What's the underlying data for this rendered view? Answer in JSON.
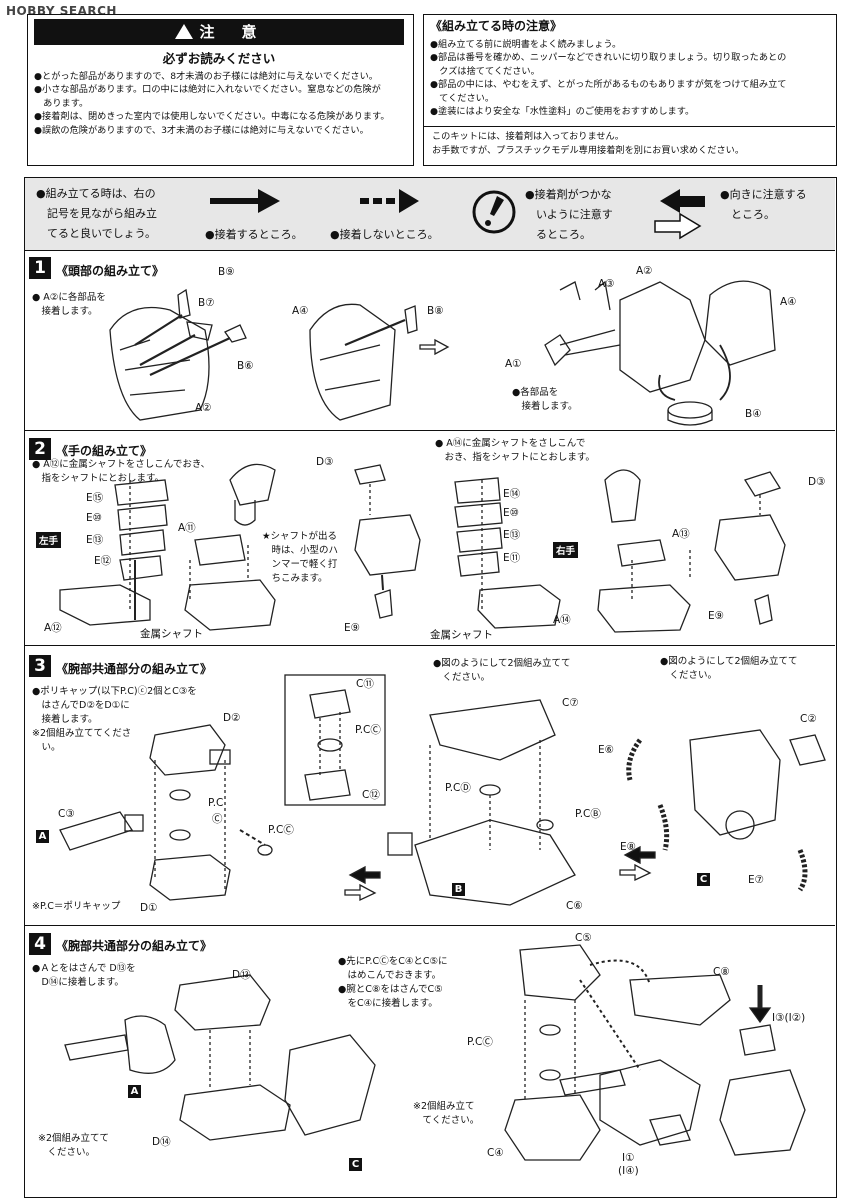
{
  "logo": "HOBBY SEARCH",
  "caution": {
    "title": "注　意",
    "subtitle": "必ずお読みください",
    "items": [
      "●とがった部品がありますので、8才未満のお子様には絶対に与えないでください。",
      "●小さな部品があります。口の中には絶対に入れないでください。窒息などの危険が",
      "　あります。",
      "●接着剤は、閉めきった室内では使用しないでください。中毒になる危険があります。",
      "●誤飲の危険がありますので、3才未満のお子様には絶対に与えないでください。"
    ]
  },
  "assembly_notes": {
    "title": "《組み立てる時の注意》",
    "items": [
      "●組み立てる前に説明書をよく読みましょう。",
      "●部品は番号を確かめ、ニッパーなどできれいに切り取りましょう。切り取ったあとの",
      "　クズは捨ててください。",
      "●部品の中には、やむをえず、とがった所があるものもありますが気をつけて組み立て",
      "　てください。",
      "●塗装にはより安全な「水性塗料」のご使用をおすすめします。"
    ],
    "glue_notice_1": "このキットには、接着剤は入っておりません。",
    "glue_notice_2": "お手数ですが、プラスチックモデル専用接着剤を別にお買い求めください。"
  },
  "legend": {
    "intro_1": "●組み立てる時は、右の",
    "intro_2": "　記号を見ながら組み立",
    "intro_3": "　てると良いでしょう。",
    "glue": "●接着するところ。",
    "noglue": "●接着しないところ。",
    "caution_1": "●接着剤がつかな",
    "caution_2": "　いように注意す",
    "caution_3": "　るところ。",
    "direction_1": "●向きに注意する",
    "direction_2": "　ところ。"
  },
  "steps": [
    {
      "num": "1",
      "title": "《頭部の組み立て》",
      "note_1": "● A②に各部品を",
      "note_2": "　接着します。",
      "note_b_1": "●各部品を",
      "note_b_2": "　接着します。",
      "labels": [
        "B⑨",
        "B⑦",
        "B⑥",
        "A②",
        "A④",
        "B⑧",
        "A③",
        "A②",
        "A④",
        "A①",
        "B④"
      ]
    },
    {
      "num": "2",
      "title": "《手の組み立て》",
      "note_l_1": "● A⑫に金属シャフトをさしこんでおき、",
      "note_l_2": "　指をシャフトにとおします。",
      "note_r_1": "● A⑭に金属シャフトをさしこんで",
      "note_r_2": "　おき、指をシャフトにとおします。",
      "hammer_1": "★シャフトが出る",
      "hammer_2": "　時は、小型のハ",
      "hammer_3": "　ンマーで軽く打",
      "hammer_4": "　ちこみます。",
      "left_hand": "左手",
      "right_hand": "右手",
      "shaft": "金属シャフト",
      "labels_l": [
        "E⑮",
        "E⑩",
        "E⑬",
        "E⑫",
        "A⑫",
        "A⑪",
        "D③",
        "E⑨"
      ],
      "labels_r": [
        "E⑭",
        "E⑩",
        "E⑬",
        "E⑪",
        "A⑭",
        "A⑬",
        "D③",
        "E⑨"
      ]
    },
    {
      "num": "3",
      "title": "《腕部共通部分の組み立て》",
      "note_1": "●ポリキャップ(以下P.C)ⓒ2個とC③を",
      "note_2": "　はさんでD②をD①に",
      "note_3": "　接着します。",
      "note_4": "※2個組み立ててくださ",
      "note_5": "　い。",
      "pc_note": "※P.C＝ポリキャップ",
      "mid_note_1": "●図のようにして2個組み立てて",
      "mid_note_2": "　ください。",
      "right_note_1": "●図のようにして2個組み立てて",
      "right_note_2": "　ください。",
      "labels": [
        "D②",
        "C③",
        "P.C",
        "Ⓒ",
        "P.CⒸ",
        "D①",
        "C⑪",
        "P.CⒸ",
        "C⑫",
        "C⑦",
        "P.CⒹ",
        "P.CⒷ",
        "C⑥",
        "E⑥",
        "C②",
        "E⑧",
        "E⑦"
      ],
      "tags": [
        "A",
        "B",
        "C"
      ]
    },
    {
      "num": "4",
      "title": "《腕部共通部分の組み立て》",
      "note_1": "●Ａとをはさんで D⑬を",
      "note_2": "　D⑭に接着します。",
      "note_3": "※2個組み立てて",
      "note_4": "　ください。",
      "mid_note_1": "●先にP.CⒸをC④とC⑤に",
      "mid_note_2": "　はめこんでおきます。",
      "mid_note_3": "●腕とC⑧をはさんでC⑤",
      "mid_note_4": "　をC④に接着します。",
      "mid_note_5": "※2個組み立て",
      "mid_note_6": "　てください。",
      "labels": [
        "D⑬",
        "D⑭",
        "C⑤",
        "C⑧",
        "I③(I②)",
        "P.CⒸ",
        "C④",
        "I①",
        "(I④)"
      ],
      "tags": [
        "A",
        "C"
      ]
    }
  ]
}
